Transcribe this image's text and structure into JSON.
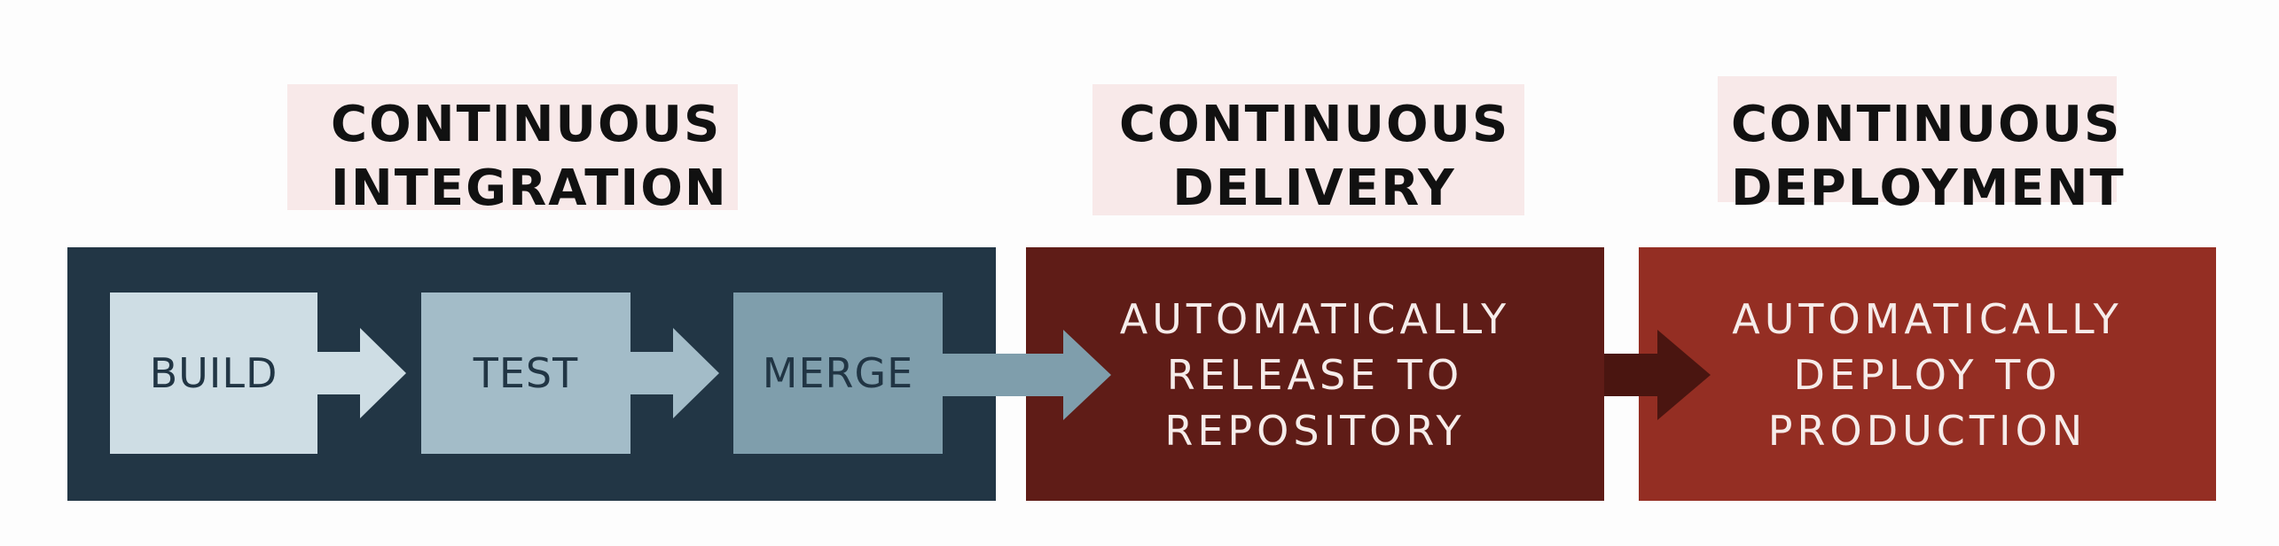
{
  "stages": [
    {
      "id": "ci",
      "title_lines": [
        "CONTINUOUS",
        "INTEGRATION"
      ]
    },
    {
      "id": "cd",
      "title_lines": [
        "CONTINUOUS",
        "DELIVERY"
      ]
    },
    {
      "id": "deploy",
      "title_lines": [
        "CONTINUOUS",
        "DEPLOYMENT"
      ]
    }
  ],
  "ci_steps": [
    "BUILD",
    "TEST",
    "MERGE"
  ],
  "cd_text": [
    "AUTOMATICALLY",
    "RELEASE TO",
    "REPOSITORY"
  ],
  "deploy_text": [
    "AUTOMATICALLY",
    "DEPLOY TO",
    "PRODUCTION"
  ],
  "colors": {
    "ci_panel": "#223645",
    "cd_panel": "#5f1c17",
    "deploy_panel": "#942e23",
    "label_background": "#f8e9e9",
    "build_box": "#cedde4",
    "test_box": "#a3bcc8",
    "merge_box": "#7f9eac",
    "arrow_light": "#cedde4",
    "arrow_mid": "#a3bcc8",
    "arrow_steel": "#7f9eac",
    "arrow_dark_red": "#4a1510"
  }
}
